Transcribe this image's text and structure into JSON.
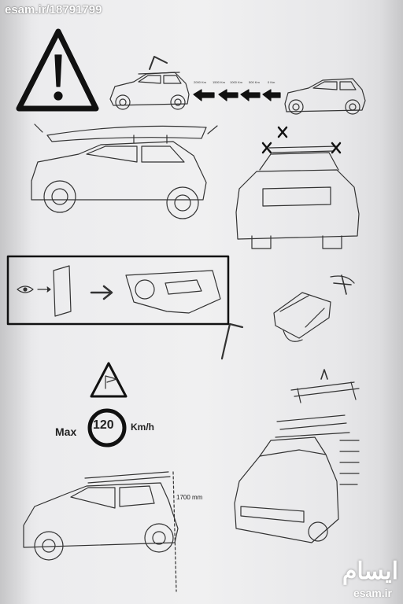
{
  "watermark_top": "esam.ir/18791799",
  "watermark_bottom_logo": "ایسام",
  "watermark_bottom_url": "esam.ir",
  "distances": [
    "2000 Km",
    "1500 Km",
    "1000 Km",
    "500 Km",
    "0 Km"
  ],
  "speed_limit": {
    "prefix": "Max",
    "value": "120",
    "unit": "Km/h"
  },
  "height_label": "1700 mm",
  "icons": [
    "warning-triangle-icon",
    "eye-icon",
    "wind-flag-icon",
    "hex-key-icon"
  ]
}
